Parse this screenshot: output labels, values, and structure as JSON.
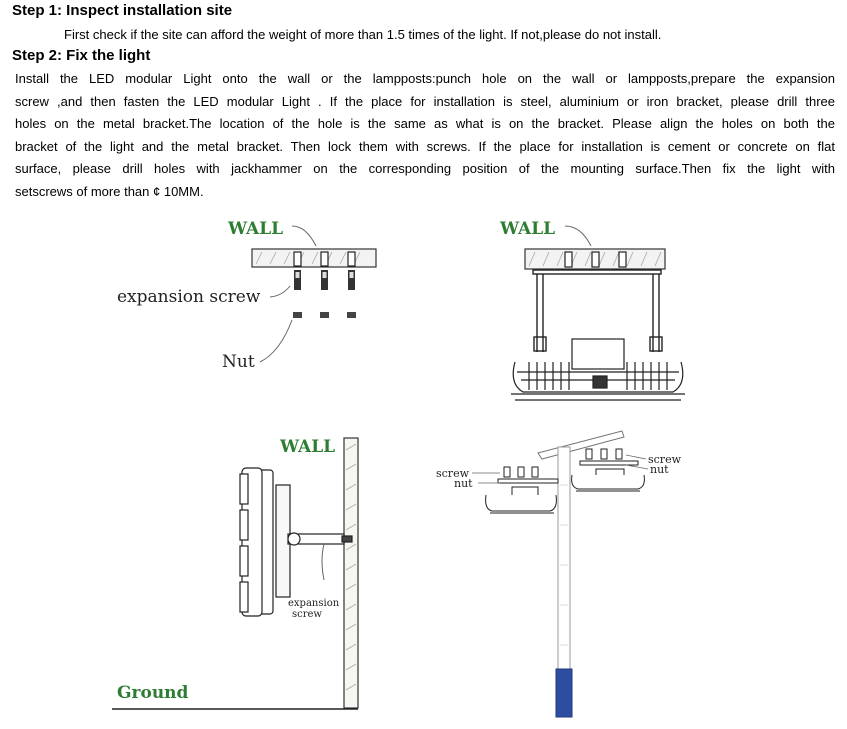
{
  "step1": {
    "heading": "Step 1: Inspect installation site",
    "text": "First check if the site can afford the weight of more than 1.5 times of the light. If not,please do not install."
  },
  "step2": {
    "heading": "Step 2: Fix the light",
    "lines": [
      "Install the LED modular Light onto the wall or the lampposts:punch hole on the wall or lampposts,prepare the expansion",
      "screw ,and then fasten the LED modular Light . If the place for installation is steel, aluminium or iron bracket, please drill three",
      "holes on the metal bracket.The location of the hole is the same as what is on the bracket. Please align the holes on both the",
      "bracket of the light and the metal bracket. Then lock them with screws. If the place for installation is cement or concrete on flat",
      "surface, please drill holes with jackhammer on the corresponding position of the mounting surface.Then fix the light with",
      "setscrews of more than  ¢ 10MM."
    ]
  },
  "figures": {
    "fig1": {
      "wall": "WALL",
      "screw": "expansion screw",
      "nut": "Nut"
    },
    "fig2": {
      "wall": "WALL"
    },
    "fig3": {
      "wall": "WALL",
      "screw_line1": "expansion",
      "screw_line2": "screw",
      "ground": "Ground"
    },
    "fig4": {
      "left_screw": "screw",
      "left_nut": "nut",
      "right_screw": "screw",
      "right_nut": "nut"
    }
  }
}
